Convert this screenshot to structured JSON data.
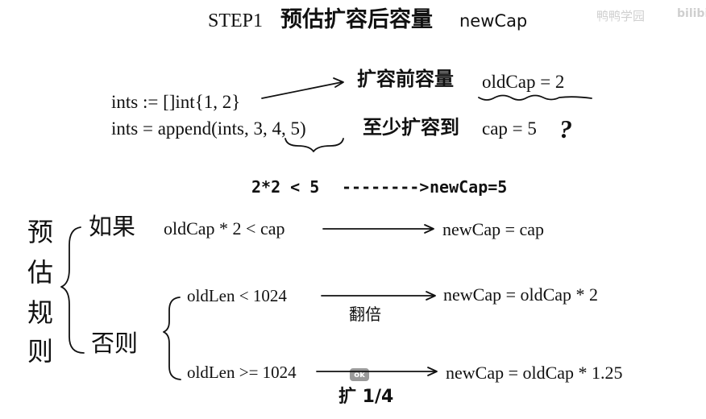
{
  "title": {
    "step": "STEP1",
    "heading": "预估扩容后容量",
    "code": "newCap"
  },
  "watermark": {
    "text": "鸭鸭学园",
    "logo": "bilibili"
  },
  "example": {
    "line1": "ints := []int{1, 2}",
    "line2": "ints = append(ints, 3, 4, 5)",
    "old_cap_label": "扩容前容量",
    "old_cap_value": "oldCap = 2",
    "min_cap_label": "至少扩容到",
    "min_cap_value": "cap = 5",
    "question_mark": "?"
  },
  "computation": {
    "lhs": "2*2 < 5",
    "arrow": "-------->",
    "rhs": "newCap=5"
  },
  "rules": {
    "title_chars": [
      "预",
      "估",
      "规",
      "则"
    ],
    "if_label": "如果",
    "else_label": "否则",
    "if_condition": "oldCap * 2 < cap",
    "if_result": "newCap = cap",
    "else_cond1": "oldLen < 1024",
    "else_result1": "newCap = oldCap * 2",
    "else_note1": "翻倍",
    "else_cond2": "oldLen >= 1024",
    "else_result2": "newCap = oldCap * 1.25",
    "else_note2": "扩 1/4",
    "badge": "ok"
  },
  "colors": {
    "ink": "#111111",
    "badge": "#9a9a9a"
  }
}
